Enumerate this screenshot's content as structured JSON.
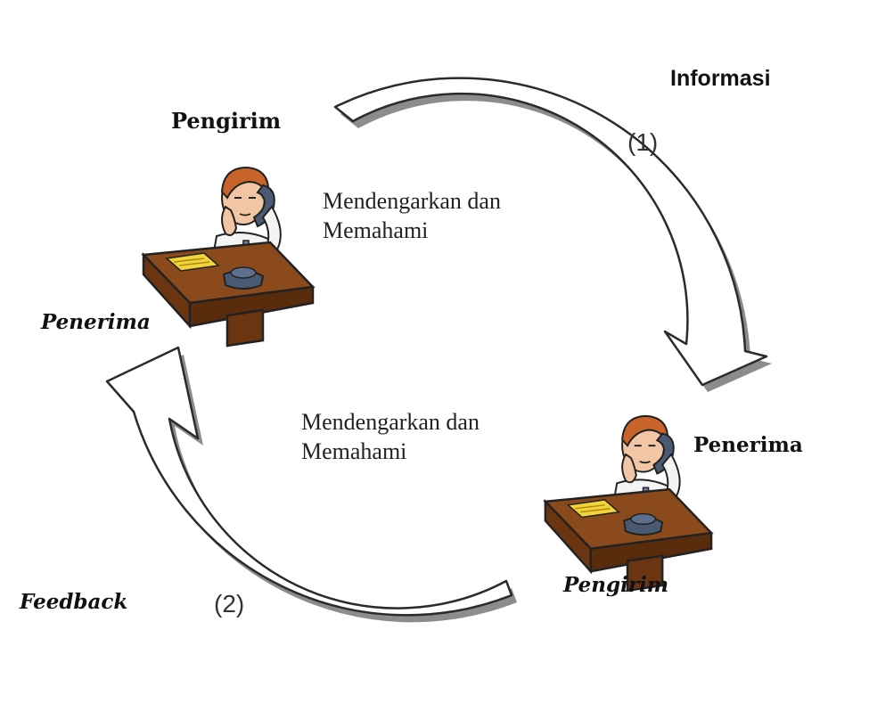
{
  "labels": {
    "top_pengirim": "Pengirim",
    "top_penerima": "Penerima",
    "bottom_penerima": "Penerima",
    "bottom_pengirim": "Pengirim",
    "informasi": "Informasi",
    "feedback": "Feedback",
    "step1": "(1)",
    "step2": "(2)",
    "desc_top": "Mendengarkan dan\nMemahami",
    "desc_middle": "Mendengarkan dan\nMemahami"
  },
  "colors": {
    "arrow_fill": "#ffffff",
    "arrow_stroke": "#2b2b2b",
    "arrow_shadow": "#8c8c8c",
    "desk": "#8a4a1c",
    "hair": "#c8642a",
    "shirt": "#f4f4f4",
    "phone": "#4a5a73",
    "paper": "#f1d33a"
  },
  "icons": {
    "top_person": "person-at-desk-on-phone-icon",
    "bottom_person": "person-at-desk-on-phone-icon",
    "info_arrow": "curved-arrow-clockwise-icon",
    "feedback_arrow": "curved-arrow-clockwise-icon"
  }
}
